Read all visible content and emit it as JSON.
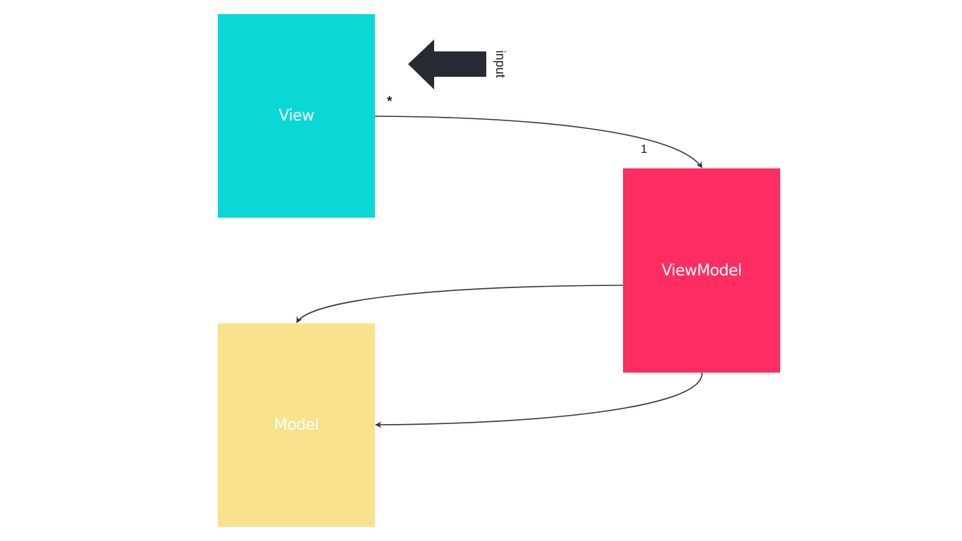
{
  "nodes": {
    "view": {
      "label": "View",
      "color": "#0bd8d6"
    },
    "viewmodel": {
      "label": "ViewModel",
      "color": "#ff2d61"
    },
    "model": {
      "label": "Model",
      "color": "#fae28c"
    }
  },
  "edges": {
    "view_to_viewmodel": {
      "source_multiplicity": "*",
      "target_multiplicity": "1"
    }
  },
  "input_arrow": {
    "label": "input",
    "color": "#262a33"
  },
  "line_color": "#2f3440"
}
